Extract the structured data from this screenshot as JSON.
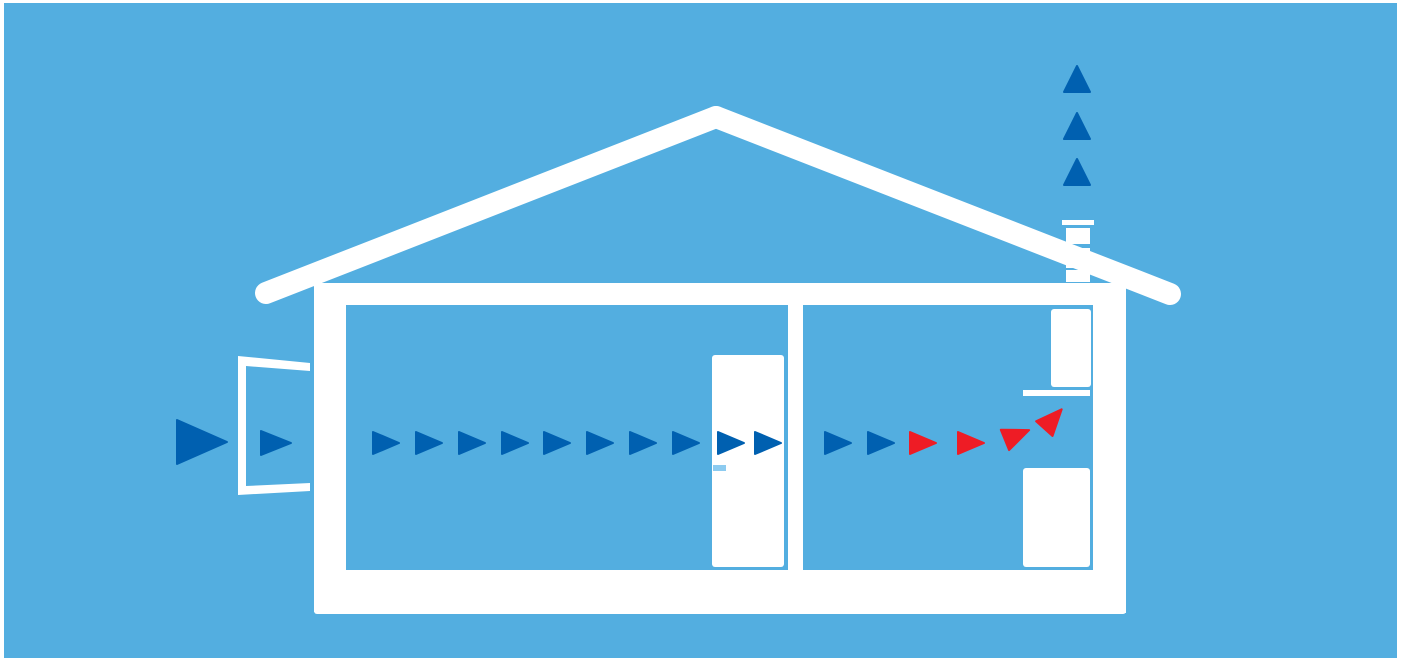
{
  "colors": {
    "background": "#53AEE0",
    "house_outline": "#FFFFFF",
    "airflow_cool": "#0060B0",
    "airflow_warm": "#EE1C25",
    "door_handle": "#8CCBF0"
  },
  "icons": {
    "airflow_arrow": "triangle-arrow",
    "exhaust_arrow": "triangle-arrow-up",
    "window": "open-window",
    "door": "interior-door",
    "chimney": "exhaust-vent"
  }
}
